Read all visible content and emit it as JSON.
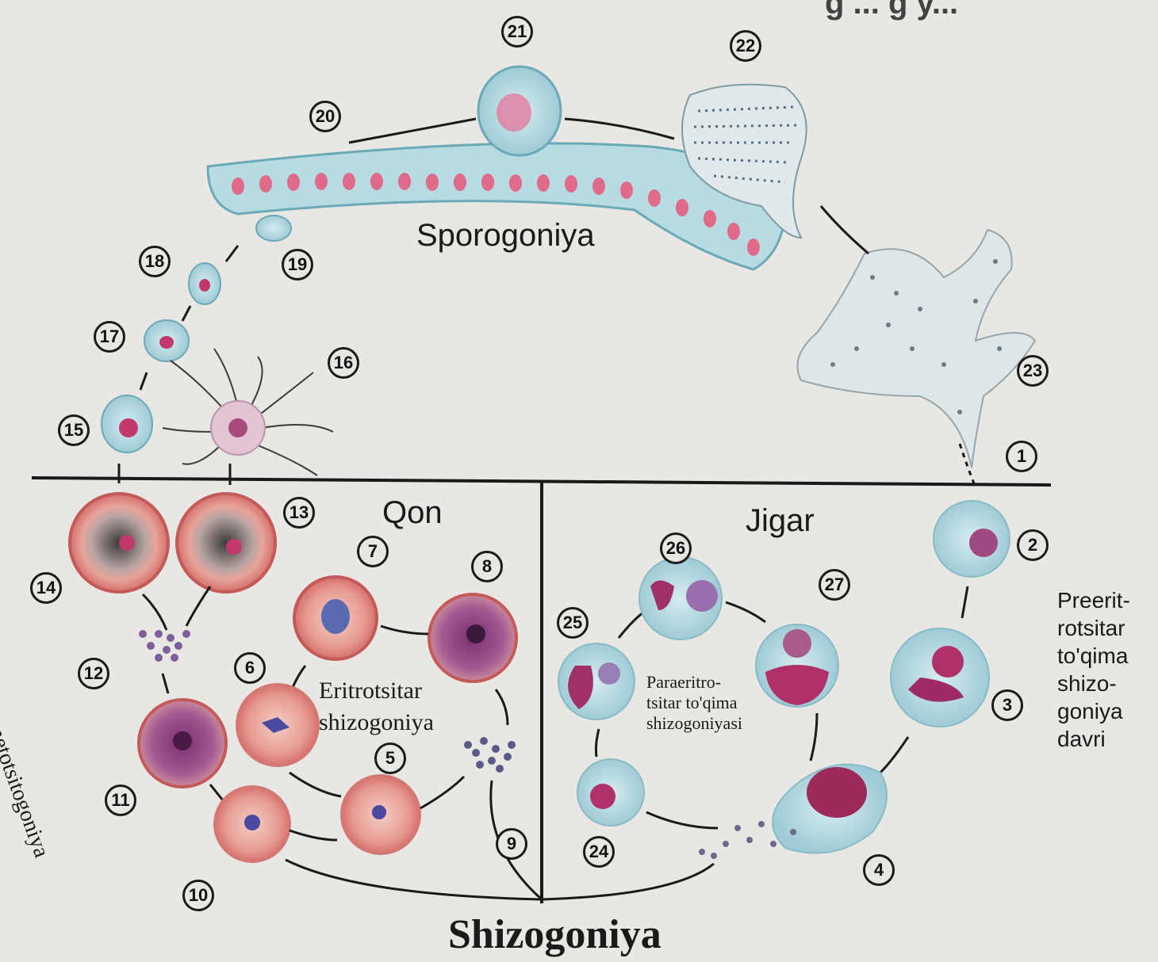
{
  "labels": {
    "top_partial": "g ... g y...",
    "sporogoniya": "Sporogoniya",
    "qon": "Qon",
    "jigar": "Jigar",
    "eritrotsitar_line1": "Eritrotsitar",
    "eritrotsitar_line2": "shizogoniya",
    "paraeritro_line1": "Paraeritro-",
    "paraeritro_line2": "tsitar to'qima",
    "paraeritro_line3": "shizogoniyasi",
    "preeritro_line1": "Preerit-",
    "preeritro_line2": "rotsitar",
    "preeritro_line3": "to'qima",
    "preeritro_line4": "shizo-",
    "preeritro_line5": "goniya",
    "preeritro_line6": "davri",
    "gametotsitogoniya": "Gametotsitogoniya",
    "shizogoniya": "Shizogoniya"
  },
  "stage_numbers": [
    "1",
    "2",
    "3",
    "4",
    "5",
    "6",
    "7",
    "8",
    "9",
    "10",
    "11",
    "12",
    "13",
    "14",
    "15",
    "16",
    "17",
    "18",
    "19",
    "20",
    "21",
    "22",
    "23",
    "24",
    "25",
    "26",
    "27"
  ],
  "colors": {
    "background": "#e9e7e4",
    "cell_blue": "#a9d3dc",
    "nucleus_magenta": "#b0306a",
    "erythrocyte_red": "#e08d86",
    "erythrocyte_pale": "#f3c6bb",
    "line": "#1a1a1a"
  }
}
